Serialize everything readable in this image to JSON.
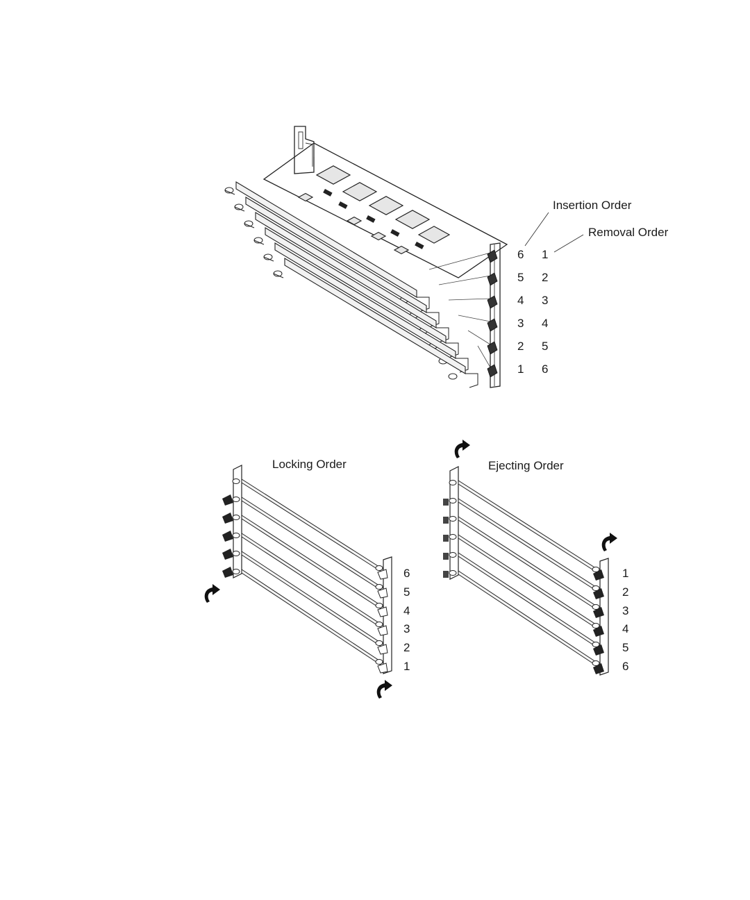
{
  "top_figure": {
    "insertion_label": "Insertion Order",
    "removal_label": "Removal Order",
    "insertion_numbers": [
      "6",
      "5",
      "4",
      "3",
      "2",
      "1"
    ],
    "removal_numbers": [
      "1",
      "2",
      "3",
      "4",
      "5",
      "6"
    ]
  },
  "locking_figure": {
    "title": "Locking Order",
    "numbers": [
      "6",
      "5",
      "4",
      "3",
      "2",
      "1"
    ]
  },
  "ejecting_figure": {
    "title": "Ejecting Order",
    "numbers": [
      "1",
      "2",
      "3",
      "4",
      "5",
      "6"
    ]
  },
  "icons": {
    "arrow": "curved-arrow-icon",
    "connector": "card-connector-icon",
    "chip": "chip-icon"
  }
}
